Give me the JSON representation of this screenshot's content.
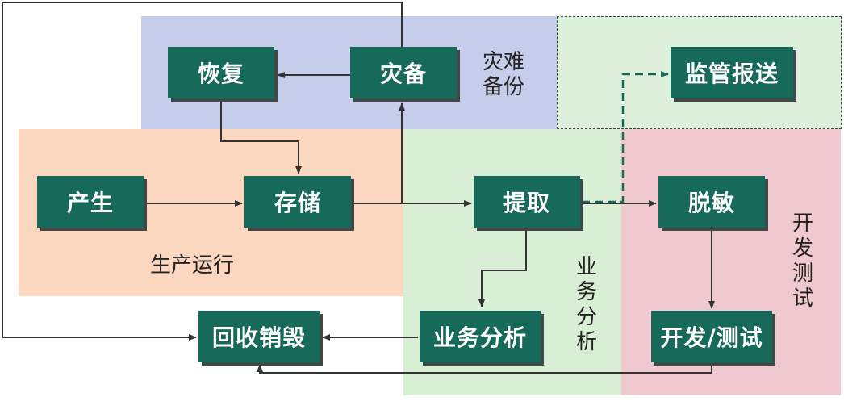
{
  "regions": {
    "disaster_backup": {
      "label": "灾难备份",
      "color": "#c5cdeb"
    },
    "production": {
      "label": "生产运行",
      "color": "#fcd7c0"
    },
    "business_analysis": {
      "label": "业务分析",
      "color": "#d9efd5"
    },
    "supervision": {
      "color": "#dcf0dc"
    },
    "dev_test": {
      "label": "开发测试",
      "color": "#efc9cf"
    }
  },
  "nodes": {
    "recover": "恢复",
    "backup": "灾备",
    "report": "监管报送",
    "produce": "产生",
    "store": "存储",
    "extract": "提取",
    "desensitize": "脱敏",
    "destroy": "回收销毁",
    "analysis": "业务分析",
    "devtest": "开发/测试"
  },
  "colors": {
    "node_fill": "#17695a",
    "dashed_arrow": "#17695a",
    "arrow": "#333333"
  }
}
